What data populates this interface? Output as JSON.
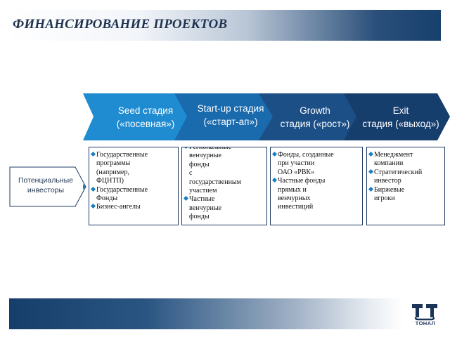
{
  "title": "ФИНАНСИРОВАНИЕ ПРОЕКТОВ",
  "colors": {
    "stage_seed": "#1f8bd0",
    "stage_startup": "#1a6aae",
    "stage_growth": "#1b4f86",
    "stage_exit": "#163e6d",
    "bullet": "#1a7fc0",
    "card_border": "#1f3a66"
  },
  "investors_label": {
    "line1": "Потенциальные",
    "line2": "инвесторы"
  },
  "stages": [
    {
      "line1": "Seed стадия",
      "line2": "(«посевная»)"
    },
    {
      "line1": "Start-up стадия",
      "line2": "(«старт-ап»)"
    },
    {
      "line1": "Growth",
      "line2": "стадия («рост»)"
    },
    {
      "line1": "Exit",
      "line2": "стадия («выход»)"
    }
  ],
  "cards": [
    {
      "items": [
        [
          "Государственные",
          "программы",
          "(например,",
          "ФЦНТП)"
        ],
        [
          "Государственные",
          "Фонды"
        ],
        [
          "Бизнес-ангелы"
        ]
      ]
    },
    {
      "items": [
        [
          "Региональные",
          "венчурные",
          "фонды",
          "с",
          "государственным",
          "участием"
        ],
        [
          "Частные",
          "венчурные",
          "фонды"
        ]
      ]
    },
    {
      "items": [
        [
          "Фонды, созданные",
          "при участии",
          "ОАО «РВК»"
        ],
        [
          "Частные фонды",
          "прямых и",
          "венчурных",
          "инвестиций"
        ]
      ]
    },
    {
      "items": [
        [
          "Менеджмент",
          "компании"
        ],
        [
          "Стратегический",
          "инвестор"
        ],
        [
          "Биржевые",
          "игроки"
        ]
      ]
    }
  ],
  "logo": {
    "icon": "tonal-logo-icon",
    "text": "ТОНАЛ"
  }
}
